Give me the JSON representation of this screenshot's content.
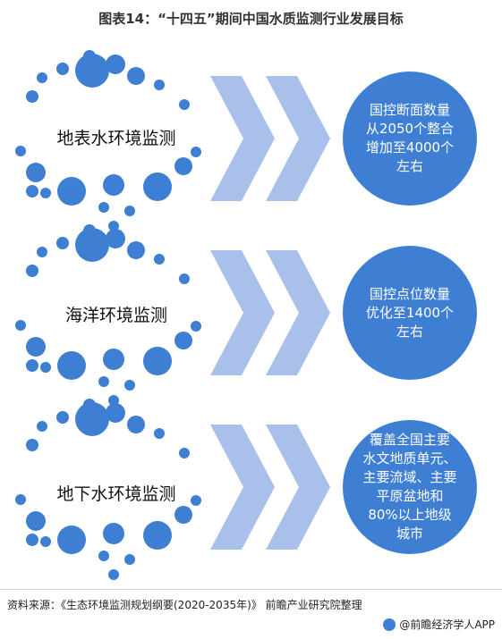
{
  "title": "图表14：“十四五”期间中国水质监测行业发展目标",
  "colors": {
    "dot": "#3f7fd3",
    "chevron": "#a9c1ea",
    "target": "#3f7fd3"
  },
  "rows": [
    {
      "label": "地表水环境监测",
      "target": "国控断面数量\n从2050个整合\n增加至4000个\n左右"
    },
    {
      "label": "海洋环境监测",
      "target": "国控点位数量\n优化至1400个\n左右"
    },
    {
      "label": "地下水环境监测",
      "target": "覆盖全国主要\n水文地质单元、\n主要流域、主要\n平原盆地和\n80%以上地级\n城市"
    }
  ],
  "footer": {
    "source": "资料来源：《生态环境监测规划纲要(2020-2035年)》 前瞻产业研究院整理",
    "brand": "@前瞻经济学人APP"
  }
}
